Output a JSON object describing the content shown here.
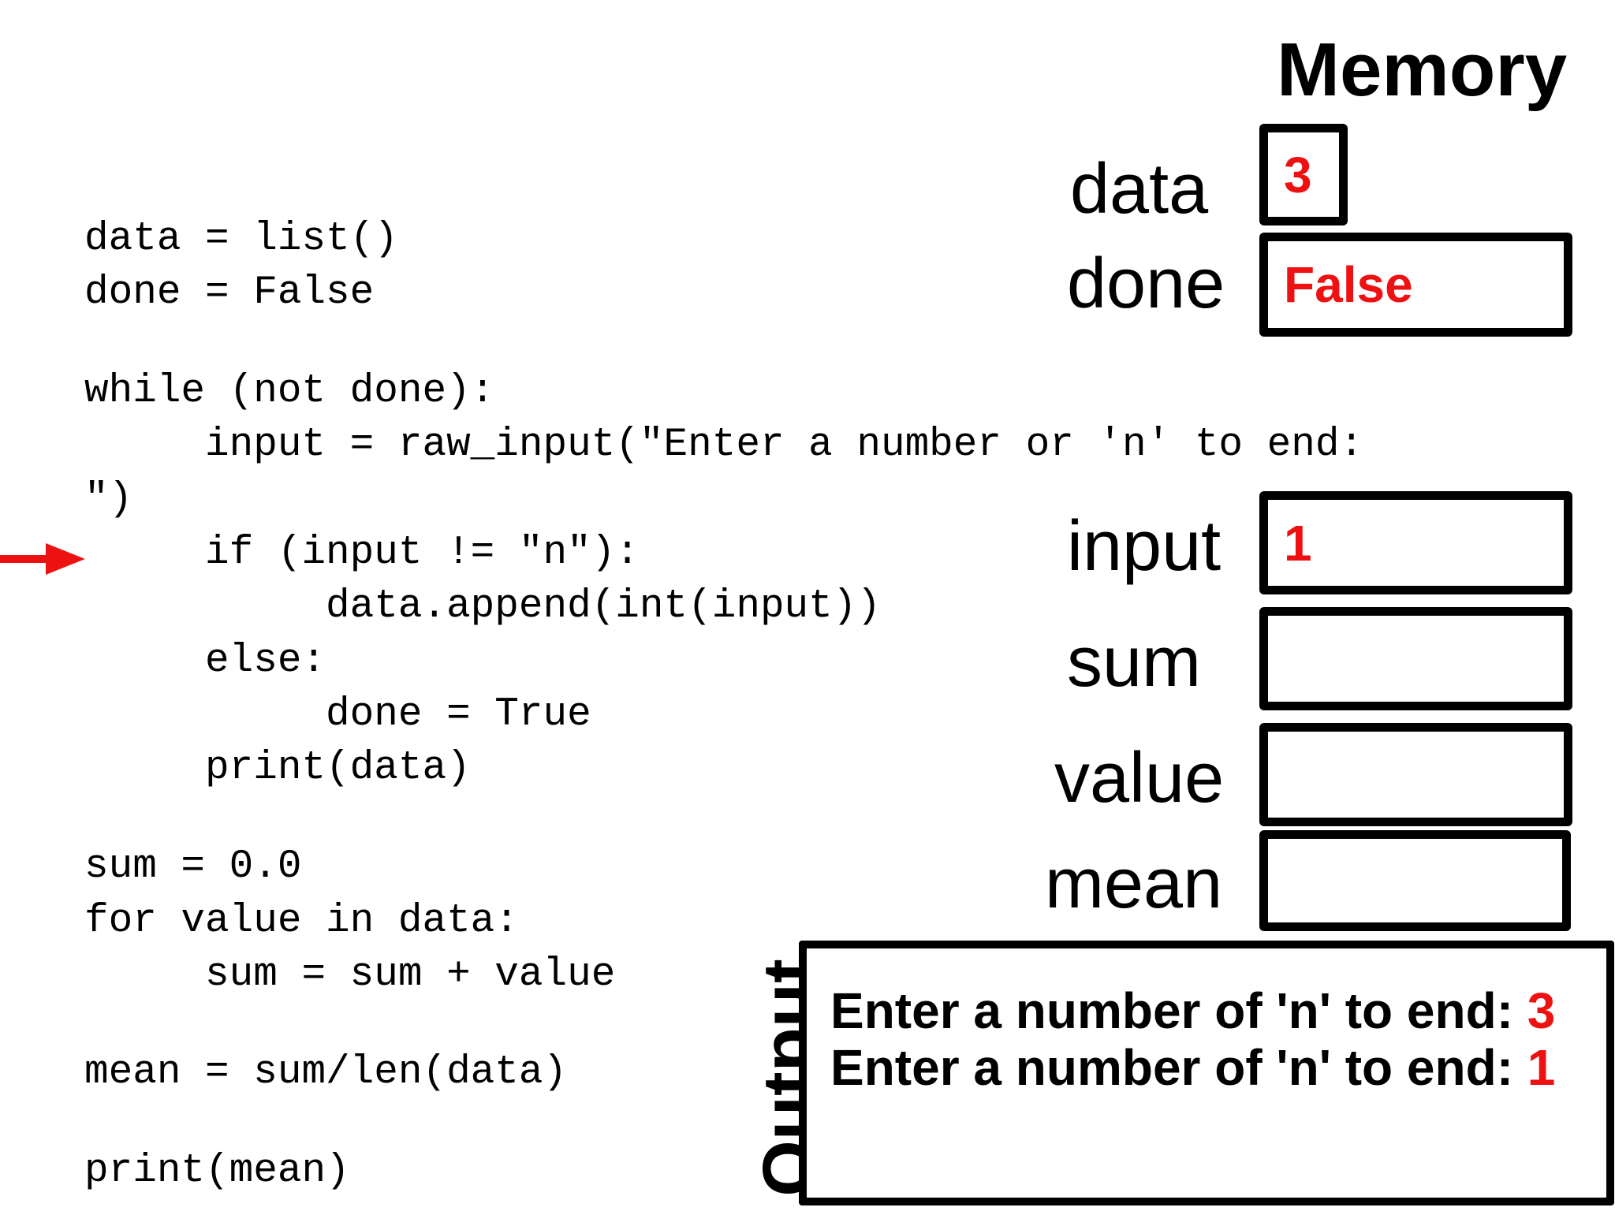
{
  "colors": {
    "accent": "#ee1111",
    "text": "#000000",
    "border": "#000000",
    "background": "#ffffff"
  },
  "code": {
    "lines": [
      "data = list()",
      "done = False",
      "while (not done):",
      "     input = raw_input(\"Enter a number or 'n' to end:",
      "\")",
      "     if (input != \"n\"):",
      "          data.append(int(input))",
      "     else:",
      "          done = True",
      "     print(data)",
      "sum = 0.0",
      "for value in data:",
      "     sum = sum + value",
      "mean = sum/len(data)",
      "print(mean)"
    ]
  },
  "memory": {
    "title": "Memory",
    "variables": [
      {
        "name": "data",
        "value": "3"
      },
      {
        "name": "done",
        "value": "False"
      },
      {
        "name": "input",
        "value": "1"
      },
      {
        "name": "sum",
        "value": ""
      },
      {
        "name": "value",
        "value": ""
      },
      {
        "name": "mean",
        "value": ""
      }
    ]
  },
  "output": {
    "label": "Output",
    "lines": [
      {
        "prompt": "Enter a number of 'n' to end: ",
        "entry": "3"
      },
      {
        "prompt": "Enter a number of 'n' to end: ",
        "entry": "1"
      }
    ]
  },
  "current_line_icon": "right-arrow-icon"
}
